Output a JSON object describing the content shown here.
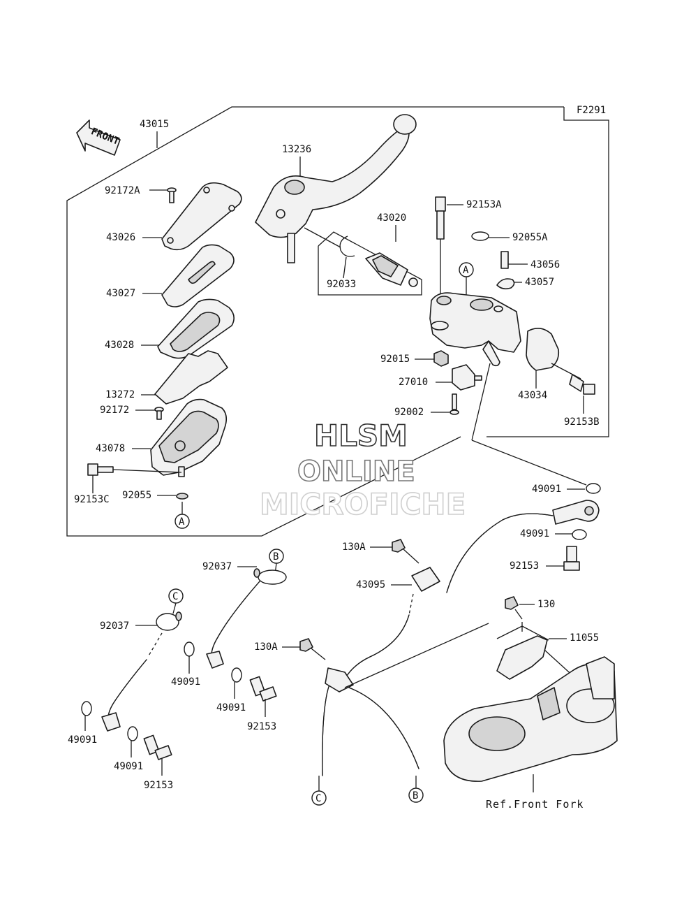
{
  "diagram_code": "F2291",
  "front_arrow_label": "FRONT",
  "watermark": {
    "line1": "HLSM",
    "line2": "ONLINE",
    "line3": "MICROFICHE"
  },
  "reference_text": "Ref.Front Fork",
  "callouts": {
    "a": "A",
    "b": "B",
    "c": "C"
  },
  "labels": {
    "p43015": "43015",
    "p92172A": "92172A",
    "p43026": "43026",
    "p43027": "43027",
    "p43028": "43028",
    "p13272": "13272",
    "p92172": "92172",
    "p43078": "43078",
    "p92153C": "92153C",
    "p92055": "92055",
    "p13236": "13236",
    "p43020": "43020",
    "p92033": "92033",
    "p92153A": "92153A",
    "p92055A": "92055A",
    "p43056": "43056",
    "p43057": "43057",
    "p92015": "92015",
    "p27010": "27010",
    "p92002": "92002",
    "p43034": "43034",
    "p92153B": "92153B",
    "p49091_a": "49091",
    "p49091_b": "49091",
    "p92153_a": "92153",
    "p130A_a": "130A",
    "p43095": "43095",
    "p92037_a": "92037",
    "p130": "130",
    "p11055": "11055",
    "p130A_b": "130A",
    "p92037_b": "92037",
    "p49091_c": "49091",
    "p49091_d": "49091",
    "p92153_b": "92153",
    "p49091_e": "49091",
    "p49091_f": "49091",
    "p92153_c": "92153"
  }
}
